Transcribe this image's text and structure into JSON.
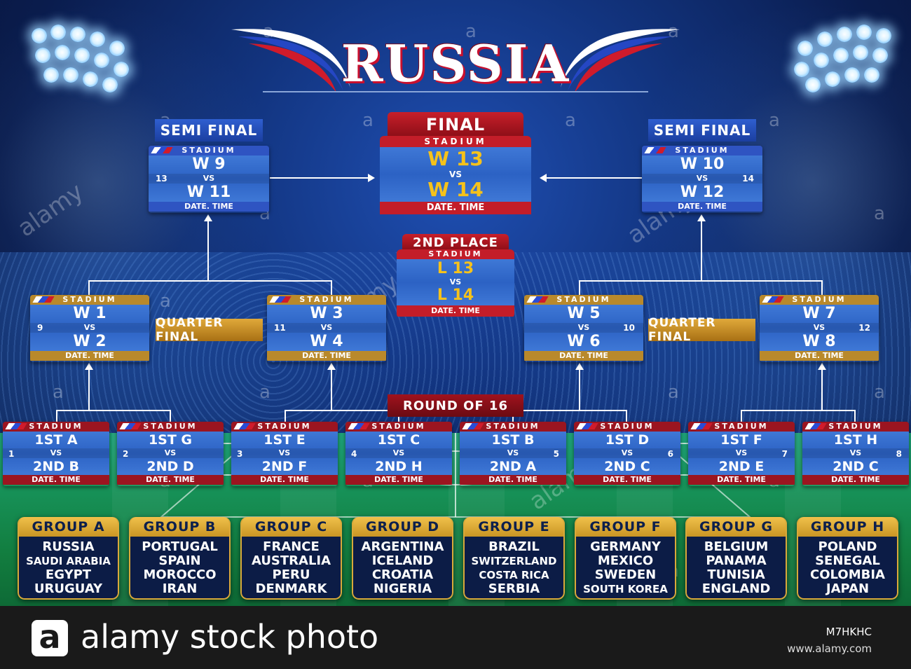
{
  "title": "RUSSIA",
  "colors": {
    "blue": "#2f54c2",
    "gold": "#b9892b",
    "red": "#c31d29",
    "yellow": "#f6c21a"
  },
  "labels": {
    "semi_final": "SEMI FINAL",
    "final": "FINAL",
    "second_place": "2ND PLACE",
    "quarter_final": "QUARTER FINAL",
    "round_of_16": "ROUND OF 16"
  },
  "common": {
    "stadium": "STADIUM",
    "vs": "VS",
    "date_time": "DATE. TIME"
  },
  "final": {
    "team1": "W 13",
    "team2": "W 14"
  },
  "second_place": {
    "team1": "L 13",
    "team2": "L 14"
  },
  "semi_finals": [
    {
      "num": "13",
      "team1": "W 9",
      "team2": "W 11"
    },
    {
      "num": "14",
      "team1": "W 10",
      "team2": "W 12"
    }
  ],
  "quarter_finals": [
    {
      "num": "9",
      "team1": "W 1",
      "team2": "W 2"
    },
    {
      "num": "11",
      "team1": "W 3",
      "team2": "W 4"
    },
    {
      "num": "10",
      "team1": "W 5",
      "team2": "W 6"
    },
    {
      "num": "12",
      "team1": "W 7",
      "team2": "W 8"
    }
  ],
  "round_of_16": [
    {
      "num": "1",
      "team1": "1ST A",
      "team2": "2ND B"
    },
    {
      "num": "2",
      "team1": "1ST G",
      "team2": "2ND D"
    },
    {
      "num": "3",
      "team1": "1ST E",
      "team2": "2ND F"
    },
    {
      "num": "4",
      "team1": "1ST C",
      "team2": "2ND H"
    },
    {
      "num": "5",
      "team1": "1ST B",
      "team2": "2ND A"
    },
    {
      "num": "6",
      "team1": "1ST D",
      "team2": "2ND C"
    },
    {
      "num": "7",
      "team1": "1ST F",
      "team2": "2ND E"
    },
    {
      "num": "8",
      "team1": "1ST H",
      "team2": "2ND C"
    }
  ],
  "groups": [
    {
      "name": "GROUP A",
      "teams": [
        "RUSSIA",
        "SAUDI ARABIA",
        "EGYPT",
        "URUGUAY"
      ]
    },
    {
      "name": "GROUP B",
      "teams": [
        "PORTUGAL",
        "SPAIN",
        "MOROCCO",
        "IRAN"
      ]
    },
    {
      "name": "GROUP C",
      "teams": [
        "FRANCE",
        "AUSTRALIA",
        "PERU",
        "DENMARK"
      ]
    },
    {
      "name": "GROUP D",
      "teams": [
        "ARGENTINA",
        "ICELAND",
        "CROATIA",
        "NIGERIA"
      ]
    },
    {
      "name": "GROUP E",
      "teams": [
        "BRAZIL",
        "SWITZERLAND",
        "COSTA RICA",
        "SERBIA"
      ]
    },
    {
      "name": "GROUP F",
      "teams": [
        "GERMANY",
        "MEXICO",
        "SWEDEN",
        "SOUTH KOREA"
      ]
    },
    {
      "name": "GROUP G",
      "teams": [
        "BELGIUM",
        "PANAMA",
        "TUNISIA",
        "ENGLAND"
      ]
    },
    {
      "name": "GROUP H",
      "teams": [
        "POLAND",
        "SENEGAL",
        "COLOMBIA",
        "JAPAN"
      ]
    }
  ],
  "watermark": {
    "text": "alamy",
    "letter": "a"
  },
  "footer": {
    "logo_letter": "a",
    "brand": "alamy stock photo",
    "code": "M7HKHC",
    "url": "www.alamy.com"
  }
}
